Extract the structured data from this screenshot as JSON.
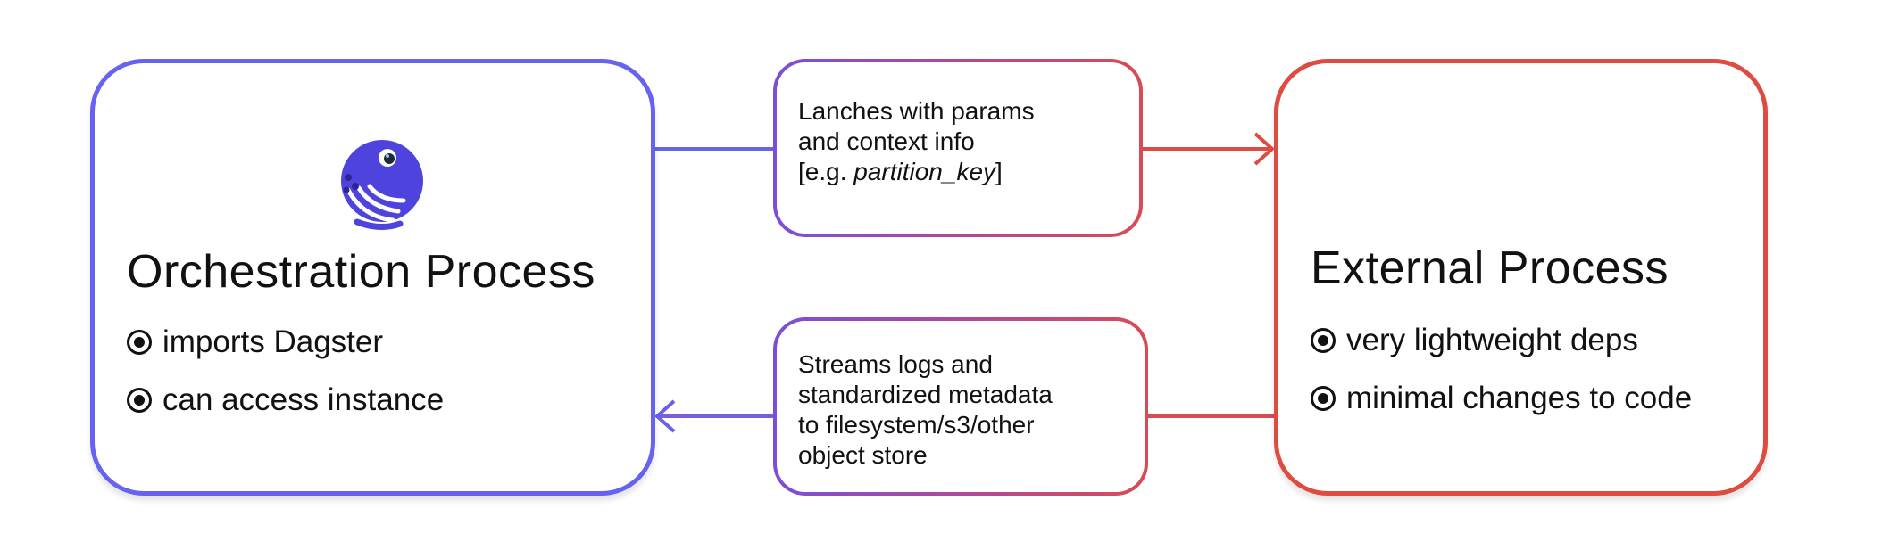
{
  "orchestration": {
    "title": "Orchestration Process",
    "bullets": [
      "imports Dagster",
      "can access instance"
    ]
  },
  "external": {
    "title": "External Process",
    "bullets": [
      "very lightweight deps",
      "minimal changes to code"
    ]
  },
  "launch_message": {
    "line1": "Lanches with params",
    "line2": "and context info",
    "line3_prefix": "[e.g. ",
    "line3_italic": "partition_key",
    "line3_suffix": "]"
  },
  "stream_message": {
    "lines": [
      "Streams logs and",
      "standardized metadata",
      "to filesystem/s3/other",
      "object store"
    ]
  },
  "colors": {
    "orchestration": "#6563f0",
    "external": "#de4c41",
    "gradient_start": "#7b4ed8",
    "gradient_end": "#d84b55"
  },
  "icons": {
    "logo": "dagster-octopus-logo"
  }
}
